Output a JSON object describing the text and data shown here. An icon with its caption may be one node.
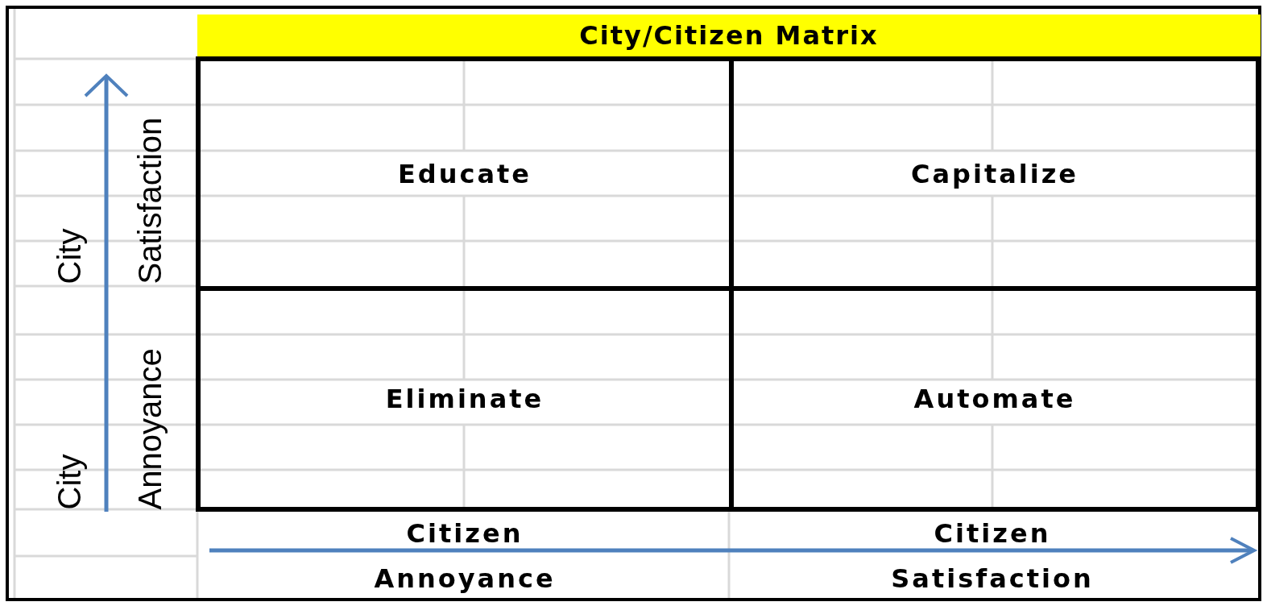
{
  "diagram": {
    "title": "City/Citizen Matrix",
    "nodes": [
      {
        "text": [
          "Educate"
        ]
      },
      {
        "text": [
          "Capitalize"
        ]
      },
      {
        "text": [
          "Eliminate"
        ]
      },
      {
        "text": [
          "Automate"
        ]
      }
    ],
    "labels": [
      "City Satisfaction",
      "City Annoyance",
      "Citizen Annoyance",
      "Citizen Satisfaction"
    ]
  }
}
